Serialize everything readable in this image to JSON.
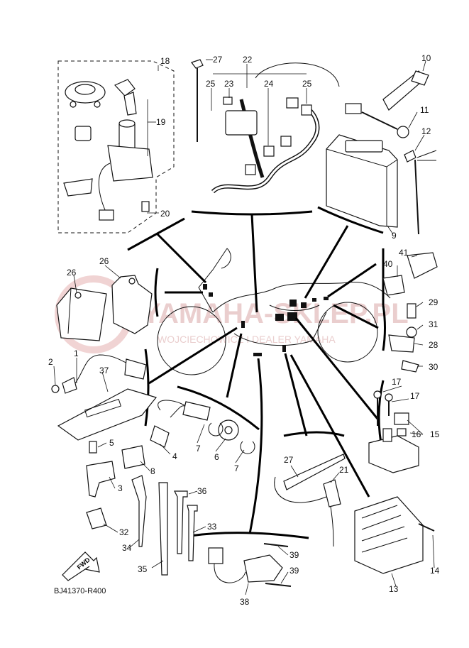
{
  "diagram": {
    "code": "BJ41370-R400",
    "watermark": {
      "main": "YAMAHA-SKLEP.PL",
      "sub": "WOJCIECHOWICZ I DEALER YAMAHA"
    },
    "fwd_label": "FWD",
    "callouts": {
      "c1": "1",
      "c2": "2",
      "c3": "3",
      "c4": "4",
      "c5": "5",
      "c6": "6",
      "c7a": "7",
      "c7b": "7",
      "c8": "8",
      "c9": "9",
      "c10": "10",
      "c11": "11",
      "c12": "12",
      "c13": "13",
      "c14": "14",
      "c15": "15",
      "c16": "16",
      "c17a": "17",
      "c17b": "17",
      "c18": "18",
      "c19": "19",
      "c20": "20",
      "c21": "21",
      "c22": "22",
      "c23": "23",
      "c24": "24",
      "c25a": "25",
      "c25b": "25",
      "c26a": "26",
      "c26b": "26",
      "c27a": "27",
      "c27b": "27",
      "c28": "28",
      "c29": "29",
      "c30": "30",
      "c31": "31",
      "c32": "32",
      "c33": "33",
      "c34": "34",
      "c35": "35",
      "c36": "36",
      "c37": "37",
      "c38": "38",
      "c39a": "39",
      "c39b": "39",
      "c40": "40",
      "c41": "41"
    }
  }
}
